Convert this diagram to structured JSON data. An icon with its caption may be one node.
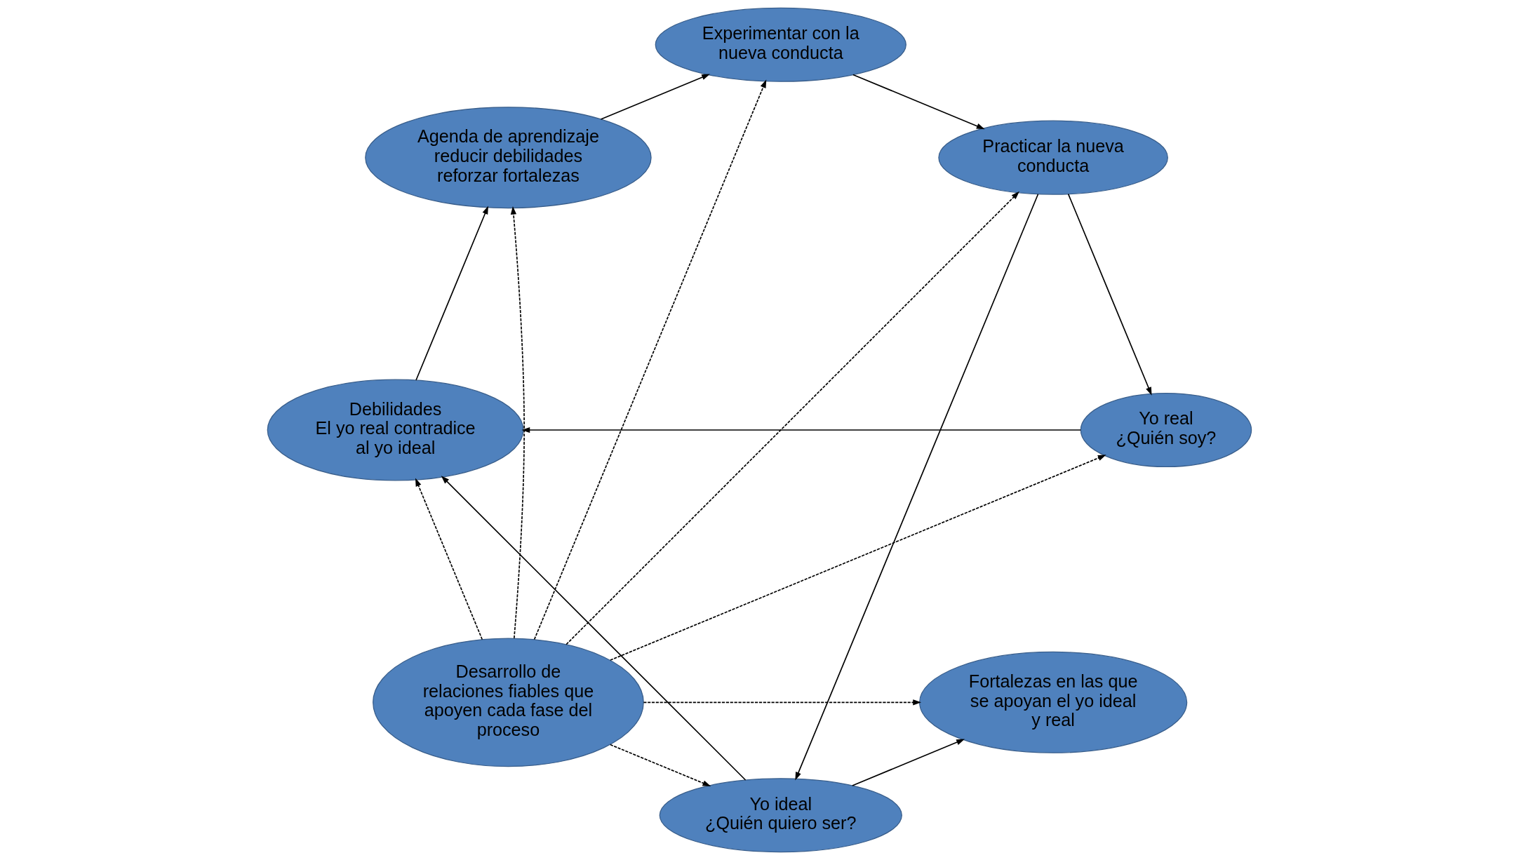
{
  "diagram": {
    "nodes": [
      {
        "text": [
          "Yo ideal",
          "¿Quién quiero ser?"
        ]
      },
      {
        "text": [
          "Yo real",
          "¿Quién soy?"
        ]
      },
      {
        "text": [
          "Practicar la nueva conducta"
        ]
      },
      {
        "text": [
          "Desarrollo de relaciones fiables que apoyen cada fase del proceso"
        ]
      },
      {
        "text": [
          "Fortalezas en las que se apoyan el yo ideal y real"
        ]
      },
      {
        "text": [
          "Experimentar con la nueva conducta"
        ]
      },
      {
        "text": [
          "Agenda de aprendizaje",
          "reducir debilidades",
          "reforzar fortalezas"
        ]
      },
      {
        "text": [
          "Debilidades",
          "El yo real contradice al yo ideal"
        ]
      }
    ],
    "edges": [
      {
        "from": 2,
        "to": 0,
        "arrow": "to"
      },
      {
        "from": 2,
        "to": 1,
        "arrow": "to"
      },
      {
        "from": 0,
        "to": 4,
        "arrow": "to"
      },
      {
        "from": 0,
        "to": 7,
        "arrow": "to"
      },
      {
        "from": 1,
        "to": 7,
        "arrow": "to"
      },
      {
        "from": 7,
        "to": 6,
        "arrow": "to"
      },
      {
        "from": 6,
        "to": 5,
        "arrow": "to"
      },
      {
        "from": 5,
        "to": 2,
        "arrow": "to"
      },
      {
        "from": 3,
        "to": 0,
        "arrow": "to",
        "style": "dashed"
      },
      {
        "from": 3,
        "to": 1,
        "arrow": "to",
        "style": "dashed"
      },
      {
        "from": 3,
        "to": 4,
        "arrow": "to",
        "style": "dashed"
      },
      {
        "from": 3,
        "to": 7,
        "arrow": "to",
        "style": "dashed"
      },
      {
        "from": 3,
        "to": 6,
        "arrow": "to",
        "style": "dashed"
      },
      {
        "from": 3,
        "to": 5,
        "arrow": "to",
        "style": "dashed"
      },
      {
        "from": 3,
        "to": 2,
        "arrow": "to",
        "style": "dashed"
      }
    ]
  }
}
